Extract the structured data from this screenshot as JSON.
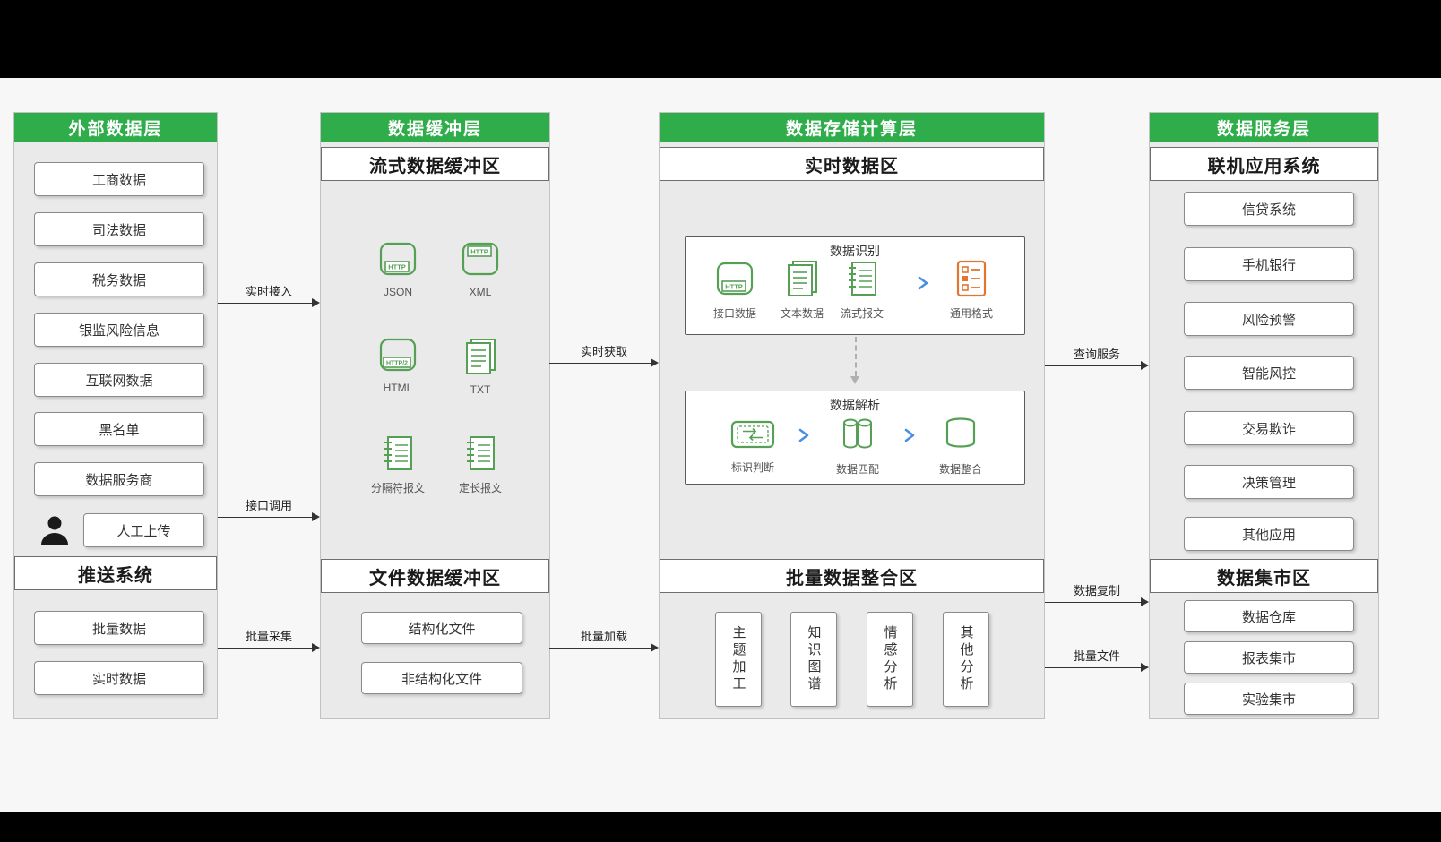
{
  "canvas": {
    "header_green": "#2fad4b",
    "column_background": "#eaeaea",
    "icon_green": "#55a055",
    "icon_orange": "#e0762f",
    "arrow_blue": "#4a90e2"
  },
  "external": {
    "title": "外部数据层",
    "items": [
      "工商数据",
      "司法数据",
      "税务数据",
      "银监风险信息",
      "互联网数据",
      "黑名单",
      "数据服务商"
    ],
    "manual_upload": "人工上传",
    "push_title": "推送系统",
    "push_items": [
      "批量数据",
      "实时数据"
    ]
  },
  "buffer": {
    "title": "数据缓冲层",
    "stream_title": "流式数据缓冲区",
    "icons": [
      {
        "label": "JSON",
        "badge": "HTTP"
      },
      {
        "label": "XML",
        "badge": "HTTP"
      },
      {
        "label": "HTML",
        "badge": "HTTP/2"
      },
      {
        "label": "TXT"
      },
      {
        "label": "分隔符报文"
      },
      {
        "label": "定长报文"
      }
    ],
    "file_title": "文件数据缓冲区",
    "file_items": [
      "结构化文件",
      "非结构化文件"
    ]
  },
  "storage": {
    "title": "数据存储计算层",
    "realtime_title": "实时数据区",
    "recognition": {
      "title": "数据识别",
      "badge": "HTTP",
      "items": [
        "接口数据",
        "文本数据",
        "流式报文",
        "通用格式"
      ]
    },
    "parsing": {
      "title": "数据解析",
      "items": [
        "标识判断",
        "数据匹配",
        "数据整合"
      ]
    },
    "batch_title": "批量数据整合区",
    "batch_items": [
      "主题加工",
      "知识图谱",
      "情感分析",
      "其他分析"
    ]
  },
  "service": {
    "title": "数据服务层",
    "online_title": "联机应用系统",
    "online_items": [
      "信贷系统",
      "手机银行",
      "风险预警",
      "智能风控",
      "交易欺诈",
      "决策管理",
      "其他应用"
    ],
    "mart_title": "数据集市区",
    "mart_items": [
      "数据仓库",
      "报表集市",
      "实验集市"
    ]
  },
  "arrows": {
    "realtime_access": "实时接入",
    "interface_call": "接口调用",
    "batch_collect": "批量采集",
    "realtime_fetch": "实时获取",
    "batch_load": "批量加载",
    "query_service": "查询服务",
    "data_copy": "数据复制",
    "batch_file": "批量文件"
  }
}
